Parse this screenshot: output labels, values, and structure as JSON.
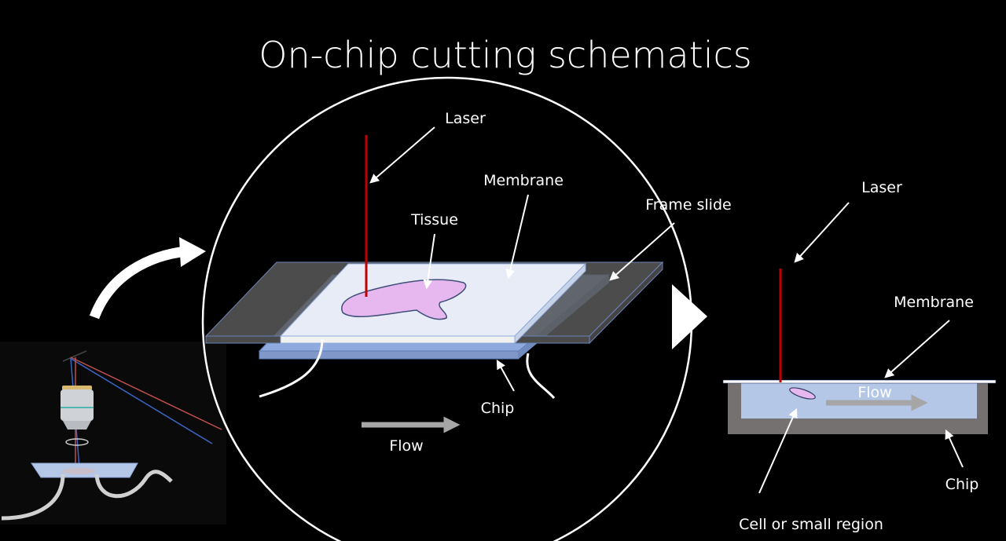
{
  "title": "On-chip cutting schematics",
  "zoomed_view": {
    "laser": "Laser",
    "membrane": "Membrane",
    "tissue": "Tissue",
    "frame_slide": "Frame slide",
    "chip": "Chip",
    "flow": "Flow"
  },
  "side_view": {
    "laser": "Laser",
    "membrane": "Membrane",
    "flow": "Flow",
    "chip": "Chip",
    "cell": "Cell or small region"
  },
  "colors": {
    "laser": "#c00000",
    "membrane": "#e8ecf6",
    "tissue": "#e6b8ef",
    "chip": "#8faadc",
    "liquid": "#b4c7e7",
    "chip_body": "#767171",
    "flow_arrow": "#a6a6a6"
  }
}
